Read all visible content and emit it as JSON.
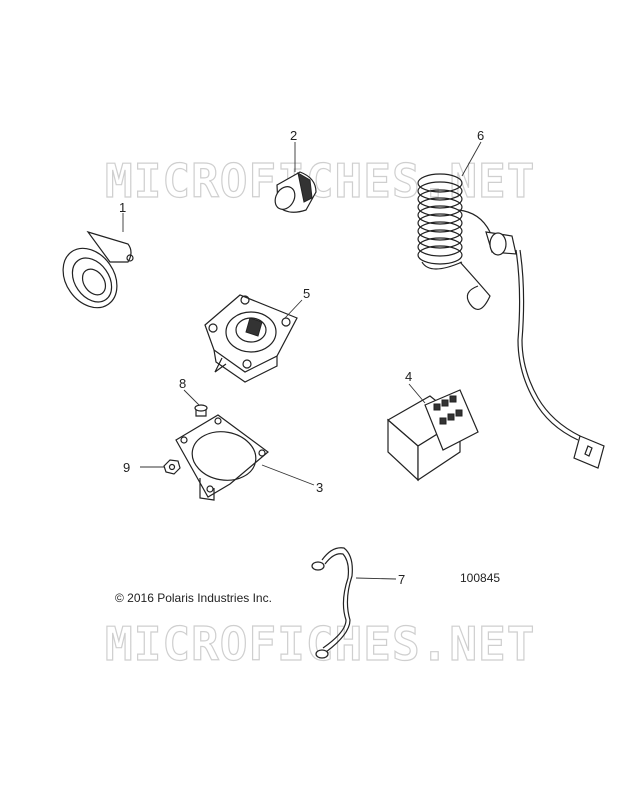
{
  "watermark": {
    "text": "MICROFICHES.NET"
  },
  "copyright": "© 2016 Polaris Industries Inc.",
  "figure_number": "100845",
  "callouts": [
    {
      "id": "1",
      "label": "1"
    },
    {
      "id": "2",
      "label": "2"
    },
    {
      "id": "3",
      "label": "3"
    },
    {
      "id": "4",
      "label": "4"
    },
    {
      "id": "5",
      "label": "5"
    },
    {
      "id": "6",
      "label": "6"
    },
    {
      "id": "7",
      "label": "7"
    },
    {
      "id": "8",
      "label": "8"
    },
    {
      "id": "9",
      "label": "9"
    }
  ]
}
